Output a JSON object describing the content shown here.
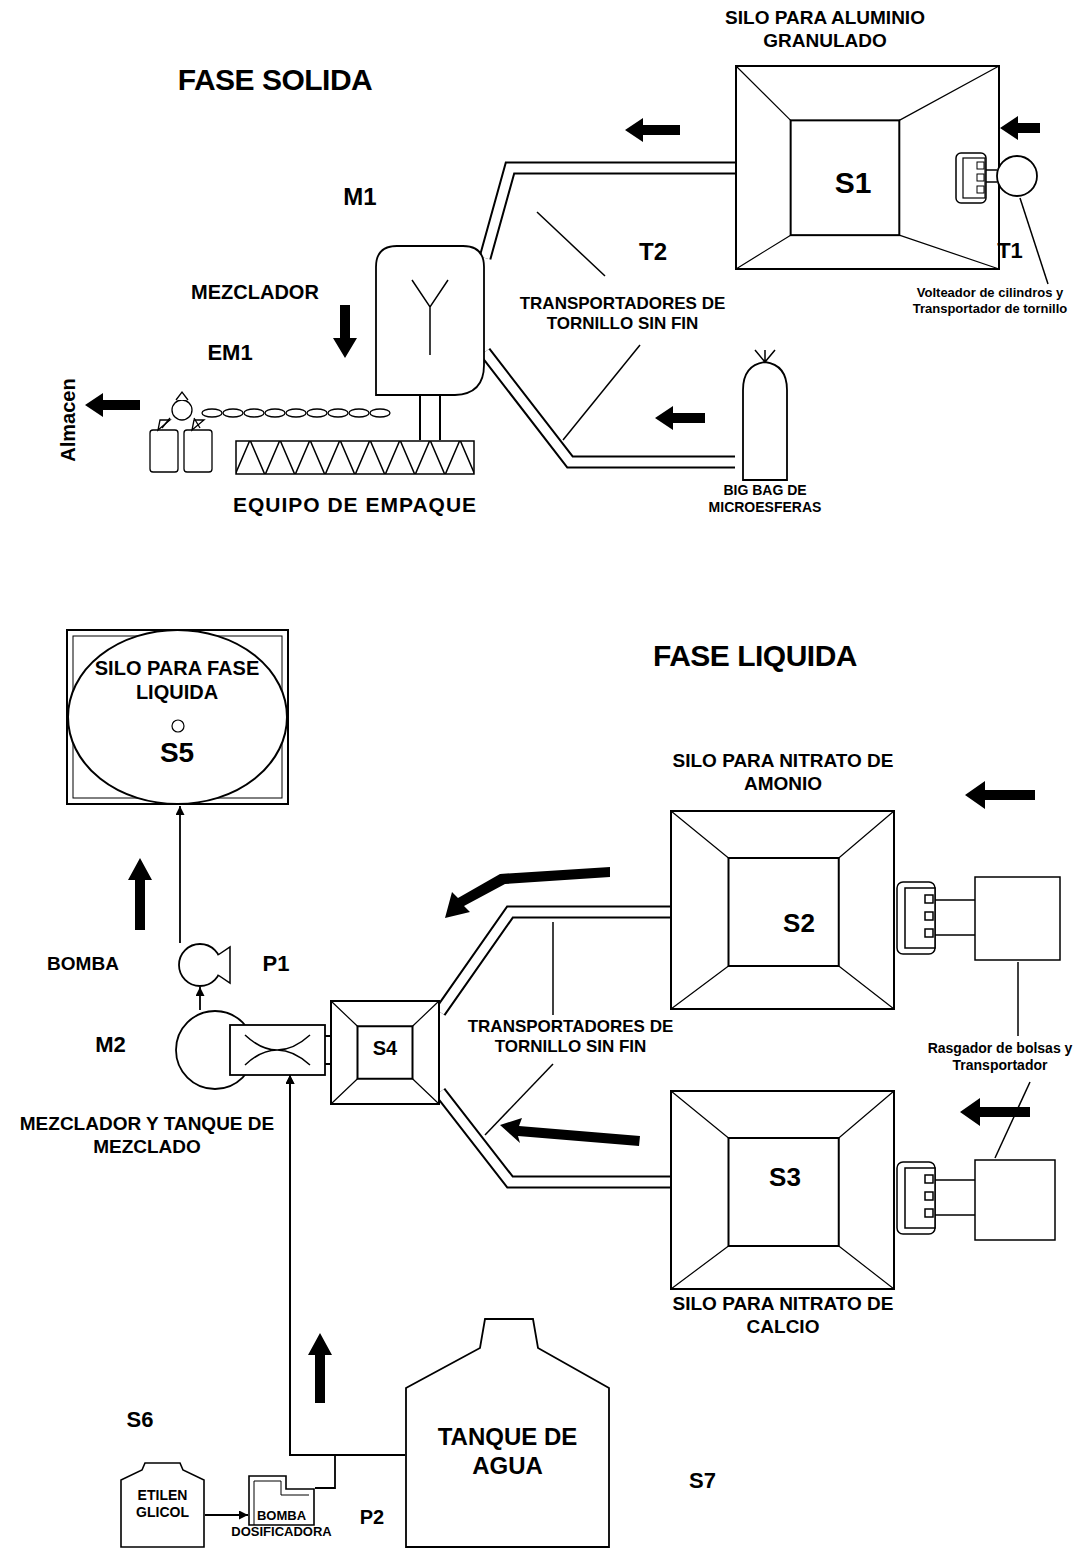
{
  "diagram": {
    "nodes": [
      {
        "text": [
          "SILO PARA ALUMINIO GRANULADO",
          "S1"
        ]
      },
      {
        "text": [
          "T1",
          "Volteador de cilindros y Transportador de tornillo"
        ]
      },
      {
        "text": [
          "M1"
        ]
      },
      {
        "text": [
          "BIG BAG DE MICROESFERAS"
        ]
      },
      {
        "text": [
          "EQUIPO DE EMPAQUE"
        ]
      },
      {
        "text": [
          "SILO PARA FASE LIQUIDA",
          "S5"
        ]
      },
      {
        "text": [
          "BOMBA",
          "P1"
        ]
      },
      {
        "text": [
          "M2",
          "MEZCLADOR Y TANQUE DE MEZCLADO"
        ]
      },
      {
        "text": [
          "S4"
        ]
      },
      {
        "text": [
          "SILO PARA NITRATO DE AMONIO",
          "S2"
        ]
      },
      {
        "text": [
          "SILO PARA NITRATO DE CALCIO",
          "S3"
        ]
      },
      {
        "text": [
          "TANQUE DE AGUA",
          "S7"
        ]
      },
      {
        "text": [
          "S6",
          "ETILEN GLICOL"
        ]
      },
      {
        "text": [
          "BOMBA DOSIFICADORA",
          "P2"
        ]
      }
    ],
    "edges": [
      {
        "from": 0,
        "to": 2,
        "arrow": "none"
      },
      {
        "from": 1,
        "to": 0,
        "arrow": "none"
      },
      {
        "from": 3,
        "to": 2,
        "arrow": "none"
      },
      {
        "from": 2,
        "to": 4,
        "arrow": "none"
      },
      {
        "from": 9,
        "to": 8,
        "arrow": "none"
      },
      {
        "from": 10,
        "to": 8,
        "arrow": "none"
      },
      {
        "from": 8,
        "to": 7,
        "arrow": "none"
      },
      {
        "from": 7,
        "to": 6,
        "arrow": "to"
      },
      {
        "from": 6,
        "to": 5,
        "arrow": "to"
      },
      {
        "from": 11,
        "to": 7,
        "arrow": "to"
      },
      {
        "from": 13,
        "to": 7,
        "arrow": "to"
      },
      {
        "from": 12,
        "to": 13,
        "arrow": "to"
      }
    ],
    "labels": [
      "FASE SOLIDA",
      "T2",
      "TRANSPORTADORES DE TORNILLO SIN FIN",
      "MEZCLADOR",
      "EM1",
      "Almacen",
      "FASE LIQUIDA",
      "TRANSPORTADORES DE TORNILLO SIN FIN",
      "Rasgador de bolsas y Transportador"
    ]
  }
}
